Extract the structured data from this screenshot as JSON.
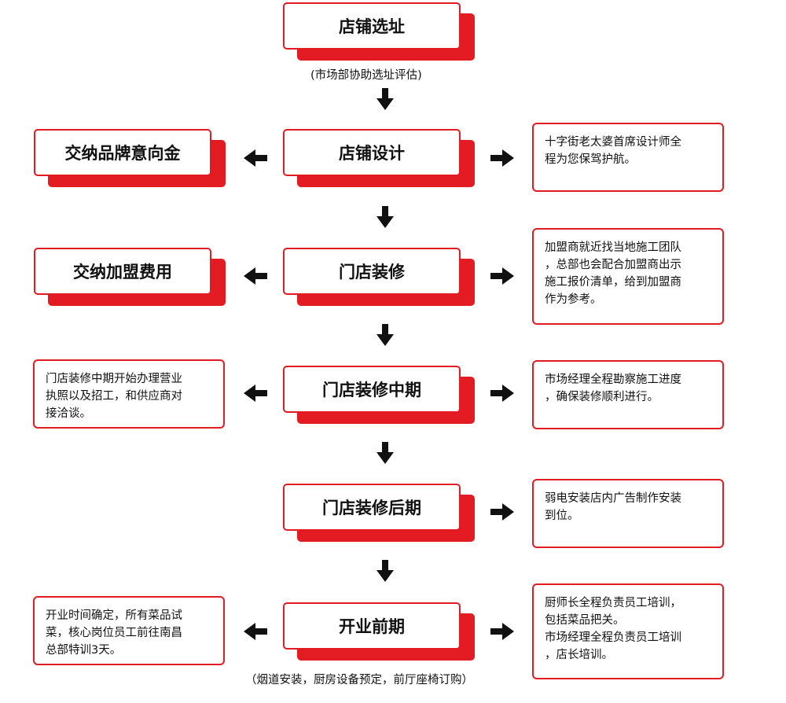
{
  "colors": {
    "accent": "#e31c23",
    "text": "#111111",
    "background": "#ffffff"
  },
  "steps": [
    {
      "label": "店铺选址"
    },
    {
      "label": "店铺设计"
    },
    {
      "label": "门店装修"
    },
    {
      "label": "门店装修中期"
    },
    {
      "label": "门店装修后期"
    },
    {
      "label": "开业前期"
    }
  ],
  "captions": {
    "site_selection": "(市场部协助选址评估)",
    "pre_opening": "（烟道安装，厨房设备预定，前厅座椅订购）"
  },
  "left_boxes": {
    "design": "交纳品牌意向金",
    "renovation": "交纳加盟费用"
  },
  "left_notes": {
    "mid": [
      "门店装修中期开始办理营业",
      "执照以及招工，和供应商对",
      "接洽谈。"
    ],
    "pre_opening": [
      "开业时间确定，所有菜品试",
      "菜，核心岗位员工前往南昌",
      "总部特训3天。"
    ]
  },
  "right_notes": {
    "design": [
      "十字街老太婆首席设计师全",
      "程为您保驾护航。"
    ],
    "renovation": [
      "加盟商就近找当地施工团队",
      "，总部也会配合加盟商出示",
      "施工报价清单，给到加盟商",
      "作为参考。"
    ],
    "mid": [
      "市场经理全程勘察施工进度",
      "，确保装修顺利进行。"
    ],
    "late": [
      "弱电安装店内广告制作安装",
      "到位。"
    ],
    "pre_opening": [
      "厨师长全程负责员工培训，",
      "包括菜品把关。",
      "市场经理全程负责员工培训",
      "，店长培训。"
    ]
  }
}
